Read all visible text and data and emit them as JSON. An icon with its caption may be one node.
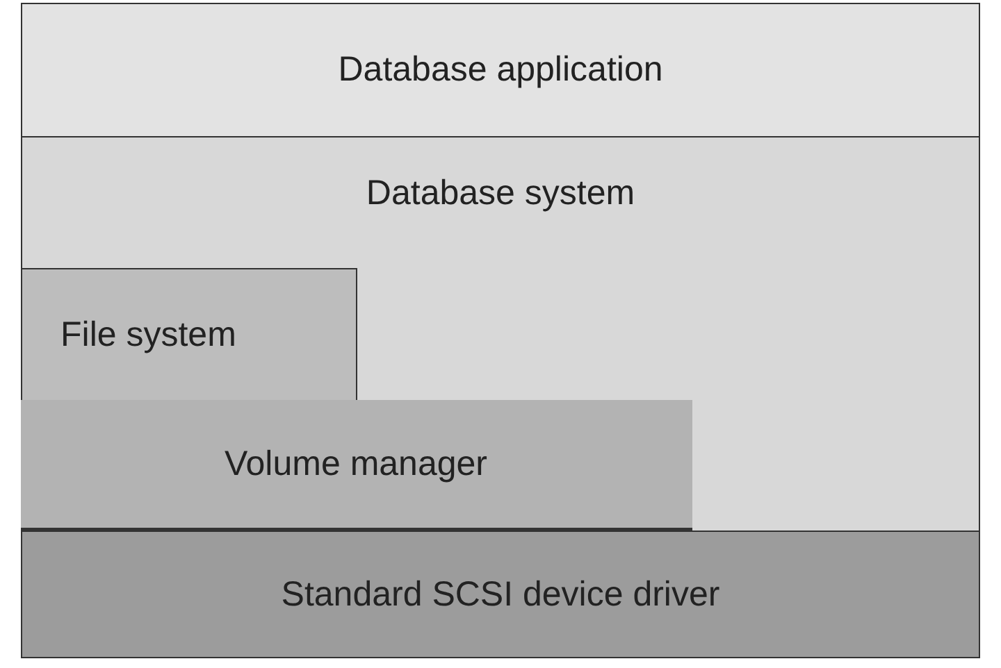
{
  "diagram": {
    "nodes": [
      {
        "text": [
          "Database application"
        ]
      },
      {
        "text": [
          "Database system"
        ]
      },
      {
        "text": [
          "File system"
        ],
        "in": 1
      },
      {
        "text": [
          "Volume manager"
        ],
        "in": 1
      },
      {
        "text": [
          "Standard SCSI device driver"
        ]
      }
    ]
  }
}
